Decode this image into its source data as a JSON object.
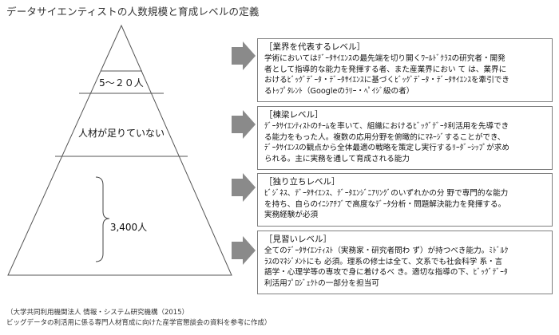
{
  "title": "データサイエンティストの人数規模と育成レベルの定義",
  "tiers": [
    {
      "label": "5～２０人"
    },
    {
      "label": "人材が足りていない"
    },
    {
      "label": "3,400人"
    }
  ],
  "levels": [
    {
      "title": "［業界を代表するレベル］",
      "body": "学術においてはﾃﾞｰﾀｻｲｴﾝｽの最先端を切り開くﾜｰﾙﾄﾞｸﾗｽの研究者・開発\n者として指導的な能力を発揮する者、また産業界におい て は、業界に\nおけるﾋﾞｯｸﾞﾃﾞｰﾀ・ﾃﾞｰﾀｻｲｴﾝｽに基づくﾋﾞｯｸﾞﾃﾞｰﾀ・ﾃﾞｰﾀｻｲｴﾝｽを牽引でき\nるﾄｯﾌﾟﾀﾚﾝﾄ（Googleのﾗﾘｰ・ﾍﾟｲｼﾞ級の者）"
    },
    {
      "title": "［棟梁レベル］",
      "body": "ﾃﾞｰﾀｻｲｴﾝﾃｨｽﾄのﾁｰﾑを率いて、組織におけるﾋﾞｯｸﾞﾃﾞｰﾀ利活用を先導でき\nる能力をもった人。複数の応用分野を俯瞰的にﾏﾈｰｼﾞすることができ、\nﾃﾞｰﾀｻｲｴﾝｽの観点から全体最適の戦略を策定し実行するﾘｰﾀﾞｰｼｯﾌﾟが求め\nられる。主に実務を通して育成される能力"
    },
    {
      "title": "［独り立ちレベル］",
      "body": "ﾋﾞｼﾞﾈｽ、ﾃﾞｰﾀｻｲｴﾝｽ、ﾃﾞｰﾀｴﾝｼﾞﾆｱﾘﾝｸﾞのいずれかの分 野で専門的な能力\nを持ち、自らのｲﾆｼｱﾁﾌﾞで高度なﾃﾞｰﾀ分析・問題解決能力を発揮する。\n実務経験が必須"
    },
    {
      "title": "［見習いレベル］",
      "body": "全てのﾃﾞｰﾀｻｲｴﾝﾃｨｽﾄ（実務家・研究者問わ ず）が持つべき能力。ﾐﾄﾞﾙｸ\nﾗｽのﾏﾈｼﾞﾒﾝﾄにも 必須。理系の修士は全て、文系でも社会科学 系・言\n語学・心理学等の専攻で身に着けるべ き。適切な指導の下、ﾋﾞｯｸﾞﾃﾞｰﾀ\n利活用ﾌﾟﾛｼﾞｪｸﾄの一部分を担当可"
    }
  ],
  "footnotes": [
    "（大学共同利用機関法人 情報・システム研究機構（2015）",
    "ビッグデータの利活用に係る専門人材育成に向けた産学官懇談会の資料を参考に作成）"
  ]
}
